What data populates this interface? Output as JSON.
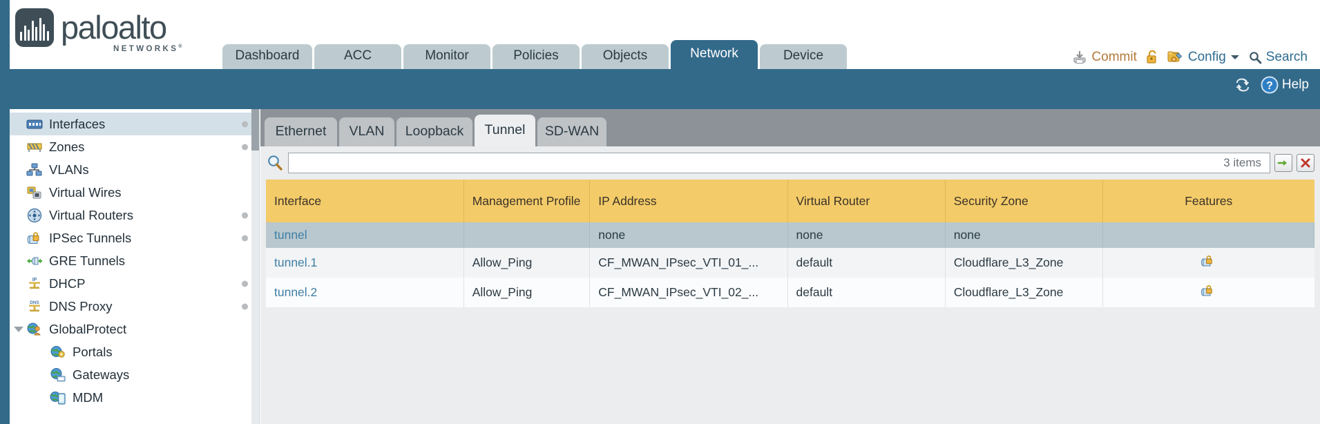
{
  "brand": {
    "name": "paloalto",
    "tagline": "NETWORKS",
    "trademark": "®",
    "logo_icon": "waveform-logo-icon",
    "accent_blue": "#336a8a",
    "header_orange": "#b4793a"
  },
  "header": {
    "tabs": [
      {
        "label": "Dashboard",
        "active": false,
        "width": 130
      },
      {
        "label": "ACC",
        "active": false,
        "width": 126
      },
      {
        "label": "Monitor",
        "active": false,
        "width": 126
      },
      {
        "label": "Policies",
        "active": false,
        "width": 126
      },
      {
        "label": "Objects",
        "active": false,
        "width": 126
      },
      {
        "label": "Network",
        "active": true,
        "width": 126
      },
      {
        "label": "Device",
        "active": false,
        "width": 126
      }
    ],
    "actions": [
      {
        "label": "Commit",
        "icon": "commit-icon",
        "color": "#b4793a"
      },
      {
        "label": "",
        "icon": "unlock-icon",
        "color": "#b4793a"
      },
      {
        "label": "Config",
        "icon": "config-icon",
        "color": "#2f6c91",
        "has_caret": true
      },
      {
        "label": "Search",
        "icon": "search-icon",
        "color": "#2f6c91"
      }
    ]
  },
  "toolbar": {
    "refresh_icon": "refresh-icon",
    "help_icon": "help-icon",
    "help_label": "Help"
  },
  "sidebar": {
    "items": [
      {
        "label": "Interfaces",
        "icon": "interfaces-icon",
        "selected": true,
        "dot": true,
        "child": false,
        "caret": false
      },
      {
        "label": "Zones",
        "icon": "zones-icon",
        "selected": false,
        "dot": true,
        "child": false,
        "caret": false
      },
      {
        "label": "VLANs",
        "icon": "vlans-icon",
        "selected": false,
        "dot": false,
        "child": false,
        "caret": false
      },
      {
        "label": "Virtual Wires",
        "icon": "virtual-wires-icon",
        "selected": false,
        "dot": false,
        "child": false,
        "caret": false
      },
      {
        "label": "Virtual Routers",
        "icon": "virtual-routers-icon",
        "selected": false,
        "dot": true,
        "child": false,
        "caret": false
      },
      {
        "label": "IPSec Tunnels",
        "icon": "ipsec-tunnels-icon",
        "selected": false,
        "dot": true,
        "child": false,
        "caret": false
      },
      {
        "label": "GRE Tunnels",
        "icon": "gre-tunnels-icon",
        "selected": false,
        "dot": false,
        "child": false,
        "caret": false
      },
      {
        "label": "DHCP",
        "icon": "dhcp-icon",
        "selected": false,
        "dot": true,
        "child": false,
        "caret": false
      },
      {
        "label": "DNS Proxy",
        "icon": "dns-proxy-icon",
        "selected": false,
        "dot": true,
        "child": false,
        "caret": false
      },
      {
        "label": "GlobalProtect",
        "icon": "globalprotect-icon",
        "selected": false,
        "dot": false,
        "child": false,
        "caret": true
      },
      {
        "label": "Portals",
        "icon": "portals-icon",
        "selected": false,
        "dot": false,
        "child": true,
        "caret": false
      },
      {
        "label": "Gateways",
        "icon": "gateways-icon",
        "selected": false,
        "dot": false,
        "child": true,
        "caret": false
      },
      {
        "label": "MDM",
        "icon": "mdm-icon",
        "selected": false,
        "dot": false,
        "child": true,
        "caret": false
      }
    ]
  },
  "main": {
    "tabs": [
      {
        "label": "Ethernet",
        "active": false,
        "width": 105
      },
      {
        "label": "VLAN",
        "active": false,
        "width": 80
      },
      {
        "label": "Loopback",
        "active": false,
        "width": 110
      },
      {
        "label": "Tunnel",
        "active": true,
        "width": 88
      },
      {
        "label": "SD-WAN",
        "active": false,
        "width": 100
      }
    ],
    "search": {
      "value": "",
      "placeholder": "",
      "items_count": "3 items",
      "magnifier_icon": "search-icon",
      "apply_icon": "apply-filter-arrow-icon",
      "clear_icon": "clear-filter-x-icon"
    },
    "table": {
      "columns": [
        "Interface",
        "Management Profile",
        "IP Address",
        "Virtual Router",
        "Security Zone",
        "Features"
      ],
      "rows": [
        {
          "selected": true,
          "interface": "tunnel",
          "management_profile": "",
          "ip_address": "none",
          "virtual_router": "none",
          "security_zone": "none",
          "features": ""
        },
        {
          "selected": false,
          "interface": "tunnel.1",
          "management_profile": "Allow_Ping",
          "ip_address": "CF_MWAN_IPsec_VTI_01_...",
          "virtual_router": "default",
          "security_zone": "Cloudflare_L3_Zone",
          "features": "ipsec-tunnel-icon"
        },
        {
          "selected": false,
          "interface": "tunnel.2",
          "management_profile": "Allow_Ping",
          "ip_address": "CF_MWAN_IPsec_VTI_02_...",
          "virtual_router": "default",
          "security_zone": "Cloudflare_L3_Zone",
          "features": "ipsec-tunnel-icon"
        }
      ]
    }
  }
}
